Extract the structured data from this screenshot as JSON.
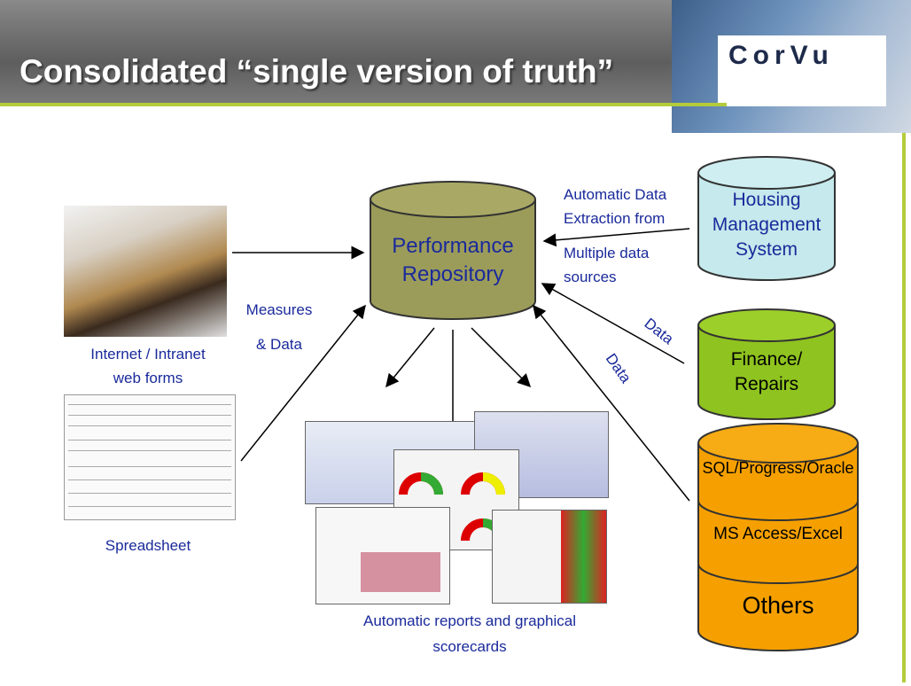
{
  "header": {
    "title": "Consolidated “single version of truth”",
    "logo": "CorVu"
  },
  "inputs": {
    "web_forms_label_1": "Internet / Intranet",
    "web_forms_label_2": "web forms",
    "spreadsheet_label": "Spreadsheet",
    "measures_label_1": "Measures",
    "measures_label_2": "& Data"
  },
  "repository": {
    "label_1": "Performance",
    "label_2": "Repository",
    "color": "#9c9c5a"
  },
  "extraction": {
    "line_1": "Automatic Data",
    "line_2": "Extraction from",
    "line_3": "Multiple data",
    "line_4": "sources",
    "data_label_1": "Data",
    "data_label_2": "Data"
  },
  "sources": {
    "housing_1": "Housing",
    "housing_2": "Management",
    "housing_3": "System",
    "housing_color": "#c5e9ec",
    "finance_1": "Finance/",
    "finance_2": "Repairs",
    "finance_color": "#8fc31f",
    "db_1": "SQL/Progress/Oracle",
    "db_2": "MS Access/Excel",
    "db_3": "Others",
    "db_color": "#f5a000"
  },
  "reports": {
    "label_1": "Automatic reports and graphical",
    "label_2": "scorecards"
  }
}
